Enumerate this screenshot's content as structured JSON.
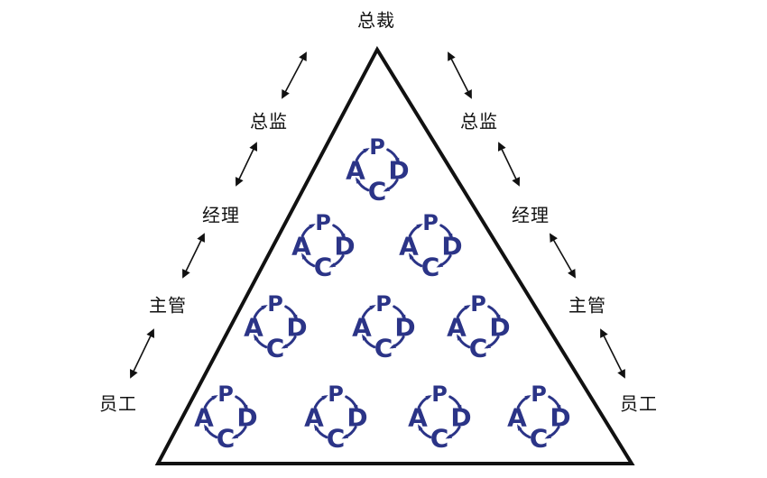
{
  "diagram": {
    "title": "",
    "top_label": "总裁",
    "left_labels": [
      "总监",
      "经理",
      "主管",
      "员工"
    ],
    "right_labels": [
      "总监",
      "经理",
      "主管",
      "员工"
    ],
    "cycle_letters": {
      "plan": "P",
      "do": "D",
      "check": "C",
      "act": "A"
    },
    "cycle_rows": [
      1,
      2,
      3,
      4
    ],
    "colors": {
      "cycle": "#2b3487",
      "outline": "#111111",
      "arrow": "#111111"
    }
  }
}
